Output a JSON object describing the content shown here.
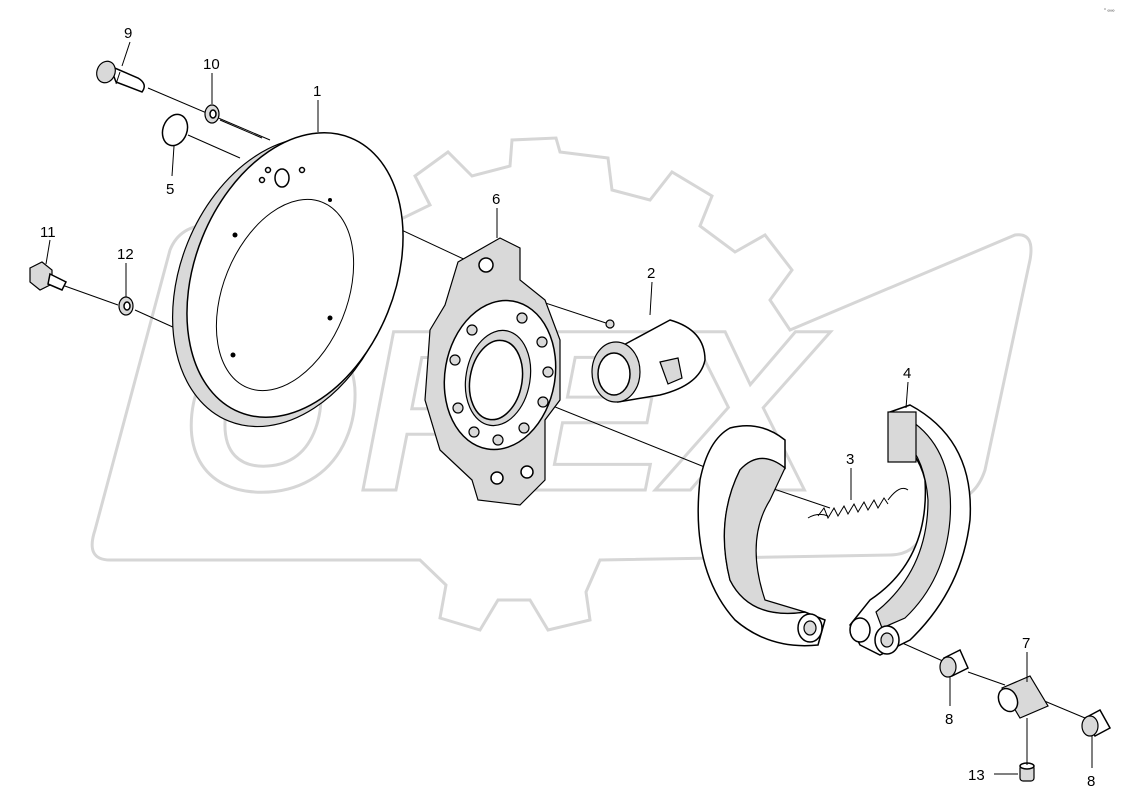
{
  "watermark": {
    "text": "OPEX"
  },
  "corner_mark": "° ∞∞",
  "callouts": [
    {
      "id": "9",
      "label": "9"
    },
    {
      "id": "10",
      "label": "10"
    },
    {
      "id": "1",
      "label": "1"
    },
    {
      "id": "5",
      "label": "5"
    },
    {
      "id": "11",
      "label": "11"
    },
    {
      "id": "12",
      "label": "12"
    },
    {
      "id": "6",
      "label": "6"
    },
    {
      "id": "2",
      "label": "2"
    },
    {
      "id": "4",
      "label": "4"
    },
    {
      "id": "3",
      "label": "3"
    },
    {
      "id": "7",
      "label": "7"
    },
    {
      "id": "8a",
      "label": "8"
    },
    {
      "id": "8b",
      "label": "8"
    },
    {
      "id": "13",
      "label": "13"
    }
  ]
}
